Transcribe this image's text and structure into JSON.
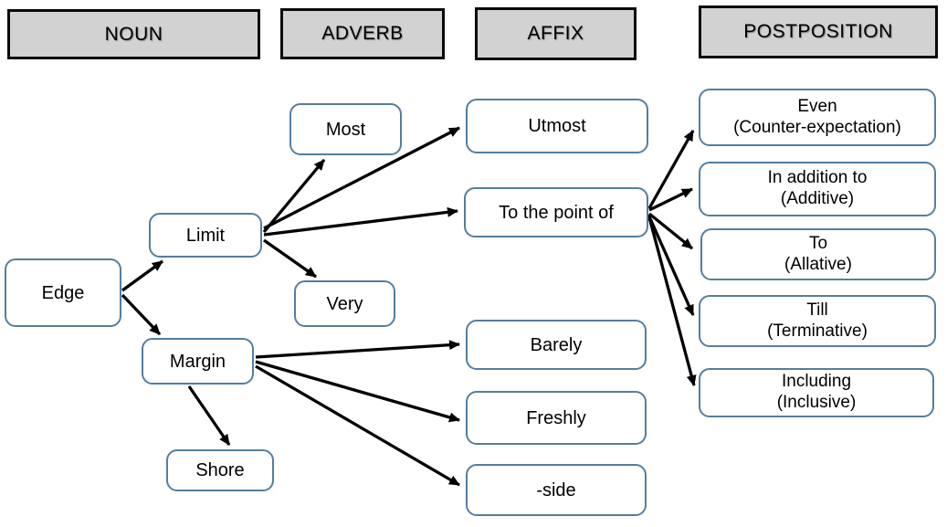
{
  "diagram_type": "semantic-map",
  "colors": {
    "node_border": "#557da0",
    "node_fill": "#ffffff",
    "header_fill": "#d2d2d2",
    "header_border": "#0a0a0a",
    "arrow": "#000000",
    "text": "#000000"
  },
  "headers": [
    {
      "id": "noun",
      "label": "NOUN"
    },
    {
      "id": "adverb",
      "label": "ADVERB"
    },
    {
      "id": "affix",
      "label": "AFFIX"
    },
    {
      "id": "postposition",
      "label": "POSTPOSITION"
    }
  ],
  "nodes": [
    {
      "id": "edge",
      "label": "Edge",
      "column": "noun"
    },
    {
      "id": "limit",
      "label": "Limit",
      "column": "noun"
    },
    {
      "id": "margin",
      "label": "Margin",
      "column": "noun"
    },
    {
      "id": "shore",
      "label": "Shore",
      "column": "noun"
    },
    {
      "id": "most",
      "label": "Most",
      "column": "adverb"
    },
    {
      "id": "very",
      "label": "Very",
      "column": "adverb"
    },
    {
      "id": "utmost",
      "label": "Utmost",
      "column": "affix"
    },
    {
      "id": "to-the-point-of",
      "label": "To the point of",
      "column": "affix"
    },
    {
      "id": "barely",
      "label": "Barely",
      "column": "affix"
    },
    {
      "id": "freshly",
      "label": "Freshly",
      "column": "affix"
    },
    {
      "id": "side",
      "label": "-side",
      "column": "affix"
    },
    {
      "id": "even",
      "label": "Even",
      "sublabel": "(Counter-expectation)",
      "column": "postposition"
    },
    {
      "id": "in-addition-to",
      "label": "In addition to",
      "sublabel": "(Additive)",
      "column": "postposition"
    },
    {
      "id": "to-allative",
      "label": "To",
      "sublabel": "(Allative)",
      "column": "postposition"
    },
    {
      "id": "till",
      "label": "Till",
      "sublabel": "(Terminative)",
      "column": "postposition"
    },
    {
      "id": "including",
      "label": "Including",
      "sublabel": "(Inclusive)",
      "column": "postposition"
    }
  ],
  "edges": [
    {
      "from": "edge",
      "to": "limit"
    },
    {
      "from": "edge",
      "to": "margin"
    },
    {
      "from": "margin",
      "to": "shore"
    },
    {
      "from": "limit",
      "to": "most"
    },
    {
      "from": "limit",
      "to": "utmost"
    },
    {
      "from": "limit",
      "to": "to-the-point-of"
    },
    {
      "from": "limit",
      "to": "very"
    },
    {
      "from": "margin",
      "to": "barely"
    },
    {
      "from": "margin",
      "to": "freshly"
    },
    {
      "from": "margin",
      "to": "side"
    },
    {
      "from": "to-the-point-of",
      "to": "even"
    },
    {
      "from": "to-the-point-of",
      "to": "in-addition-to"
    },
    {
      "from": "to-the-point-of",
      "to": "to-allative"
    },
    {
      "from": "to-the-point-of",
      "to": "till"
    },
    {
      "from": "to-the-point-of",
      "to": "including"
    }
  ]
}
